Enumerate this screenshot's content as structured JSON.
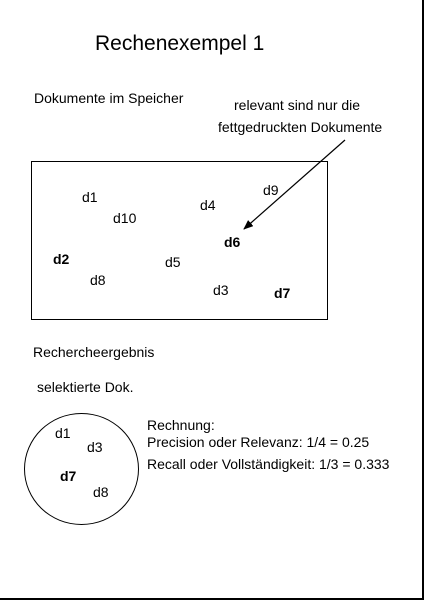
{
  "title": "Rechenexempel 1",
  "memory_label": "Dokumente im Speicher",
  "annotation": {
    "line1": "relevant sind nur die",
    "line2": "fettgedruckten Dokumente"
  },
  "memory_docs": [
    {
      "label": "d1",
      "bold": false
    },
    {
      "label": "d10",
      "bold": false
    },
    {
      "label": "d4",
      "bold": false
    },
    {
      "label": "d9",
      "bold": false
    },
    {
      "label": "d6",
      "bold": true
    },
    {
      "label": "d2",
      "bold": true
    },
    {
      "label": "d5",
      "bold": false
    },
    {
      "label": "d8",
      "bold": false
    },
    {
      "label": "d3",
      "bold": false
    },
    {
      "label": "d7",
      "bold": true
    }
  ],
  "result_label": "Rechercheergebnis",
  "selected_label": "selektierte Dok.",
  "result_docs": [
    {
      "label": "d1",
      "bold": false
    },
    {
      "label": "d3",
      "bold": false
    },
    {
      "label": "d7",
      "bold": true
    },
    {
      "label": "d8",
      "bold": false
    }
  ],
  "calculation": {
    "heading": "Rechnung:",
    "precision": "Precision oder Relevanz:  1/4 = 0.25",
    "recall": "Recall oder Vollständigkeit:  1/3 = 0.333"
  }
}
